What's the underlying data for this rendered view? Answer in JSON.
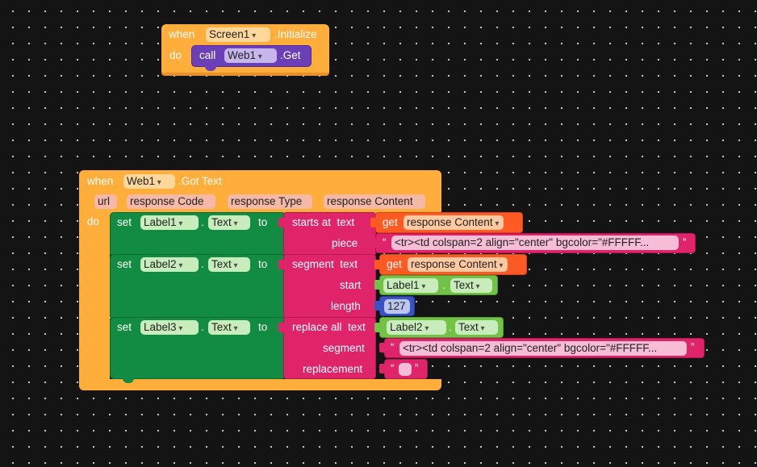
{
  "colors": {
    "event": "#ffae3c",
    "component_set": "#128c42",
    "text_block": "#e0246a",
    "get_block": "#ff5a23",
    "component_get": "#72c247",
    "number": "#3a53c4",
    "call": "#6a3fb8",
    "workspace_background": "#141414"
  },
  "block1": {
    "when": "when",
    "component": "Screen1",
    "event": ".Initialize",
    "do": "do",
    "call": {
      "keyword": "call",
      "component": "Web1",
      "method": ".Get"
    }
  },
  "block2": {
    "when": "when",
    "component": "Web1",
    "event": ".Got Text",
    "params": [
      "url",
      "response Code",
      "response Type",
      "response Content"
    ],
    "do": "do",
    "set1": {
      "set": "set",
      "component": "Label1",
      "dot": ".",
      "property": "Text",
      "to": "to",
      "func": {
        "label": "starts at  text",
        "text_get": {
          "get": "get",
          "var": "response Content"
        },
        "piece_label": "piece",
        "piece_value": "<tr><td colspan=2 align=\"center\" bgcolor=\"#FFFFF...",
        "open_quote": "“",
        "close_quote": "”"
      }
    },
    "set2": {
      "set": "set",
      "component": "Label2",
      "dot": ".",
      "property": "Text",
      "to": "to",
      "func": {
        "label": "segment  text",
        "text_get": {
          "get": "get",
          "var": "response Content"
        },
        "start_label": "start",
        "start_component": "Label1",
        "start_dot": ".",
        "start_property": "Text",
        "length_label": "length",
        "length_value": "127"
      }
    },
    "set3": {
      "set": "set",
      "component": "Label3",
      "dot": ".",
      "property": "Text",
      "to": "to",
      "func": {
        "label": "replace all  text",
        "text_component": "Label2",
        "text_dot": ".",
        "text_property": "Text",
        "segment_label": "segment",
        "segment_value": "<tr><td colspan=2 align=\"center\" bgcolor=\"#FFFFF...",
        "replacement_label": "replacement",
        "open_quote": "“",
        "close_quote": "”"
      }
    }
  }
}
